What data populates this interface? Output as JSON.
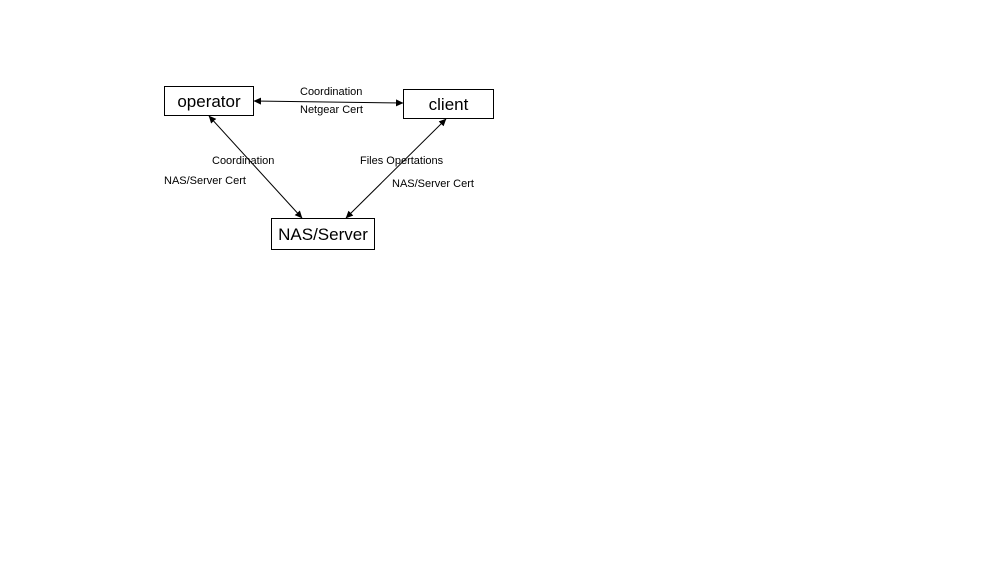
{
  "diagram": {
    "nodes": {
      "operator": "operator",
      "client": "client",
      "nas": "NAS/Server"
    },
    "edges": {
      "operator_client": {
        "line1": "Coordination",
        "line2": "Netgear Cert"
      },
      "operator_nas": {
        "line1": "Coordination",
        "line2": "NAS/Server  Cert"
      },
      "client_nas": {
        "line1": "Files Opertations",
        "line2": "NAS/Server  Cert"
      }
    },
    "colors": {
      "line": "#000000",
      "box_border": "#000000",
      "background": "#ffffff"
    }
  }
}
